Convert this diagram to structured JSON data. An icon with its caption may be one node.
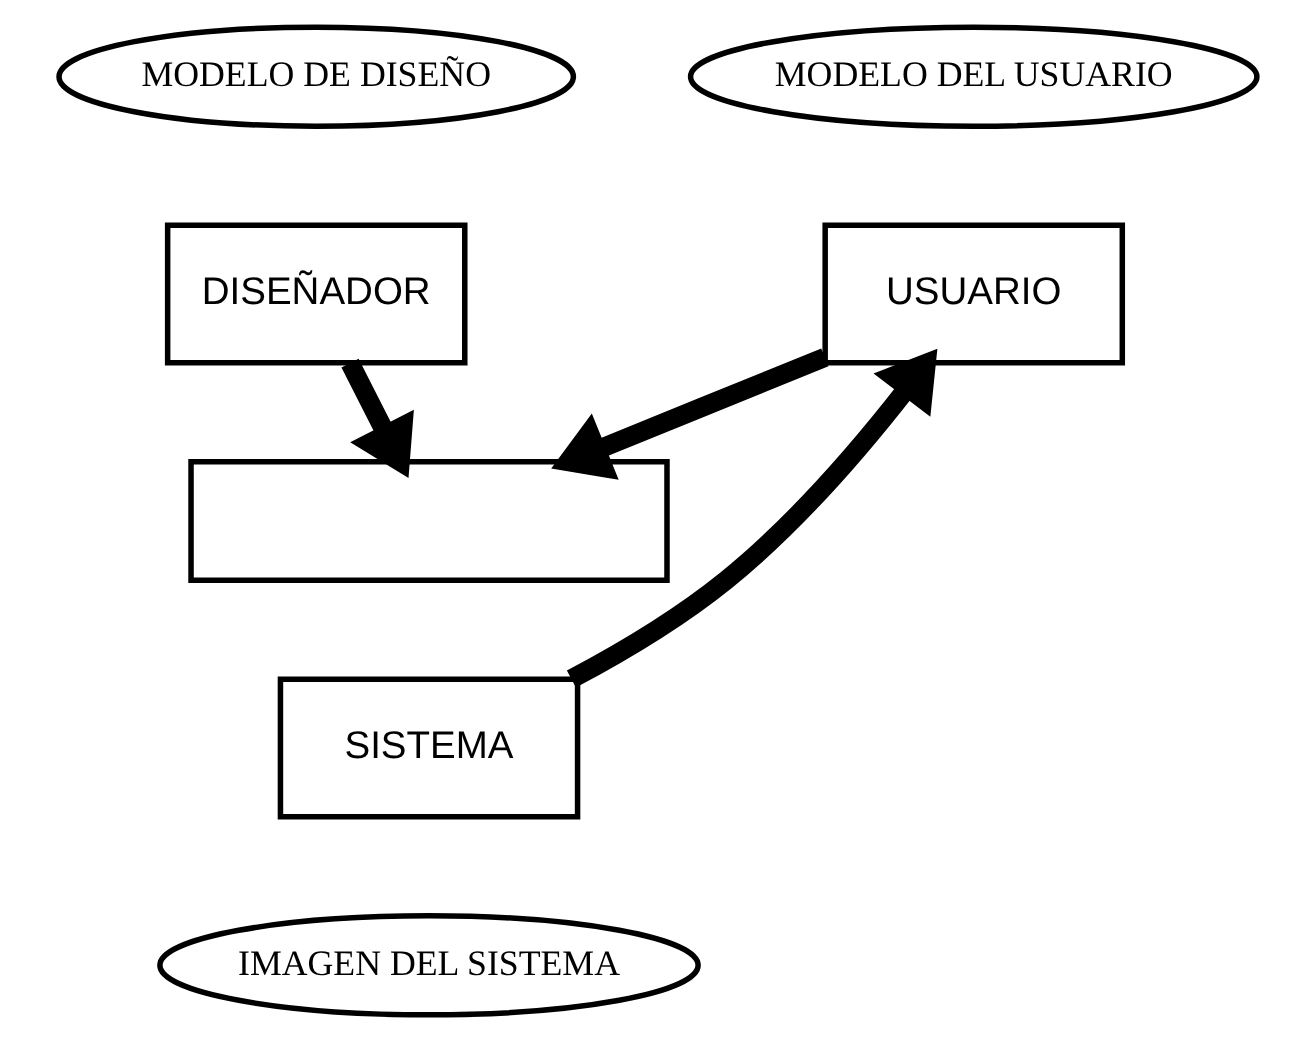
{
  "diagram": {
    "nodes": [
      {
        "text": [
          "MODELO DE DISEÑO"
        ]
      },
      {
        "text": [
          "DISEÑADOR"
        ]
      },
      {
        "text": [
          "MODELO DEL USUARIO"
        ]
      },
      {
        "text": [
          "USUARIO"
        ]
      },
      {
        "text": [],
        "shape": "box"
      },
      {
        "text": [
          "SISTEMA"
        ]
      },
      {
        "text": [
          "IMAGEN DEL SISTEMA"
        ]
      }
    ],
    "edges": [
      {
        "from": 1,
        "to": 4,
        "arrow": "to"
      },
      {
        "from": 3,
        "to": 4,
        "arrow": "to"
      },
      {
        "from": 5,
        "to": 3,
        "arrow": "to"
      }
    ]
  }
}
